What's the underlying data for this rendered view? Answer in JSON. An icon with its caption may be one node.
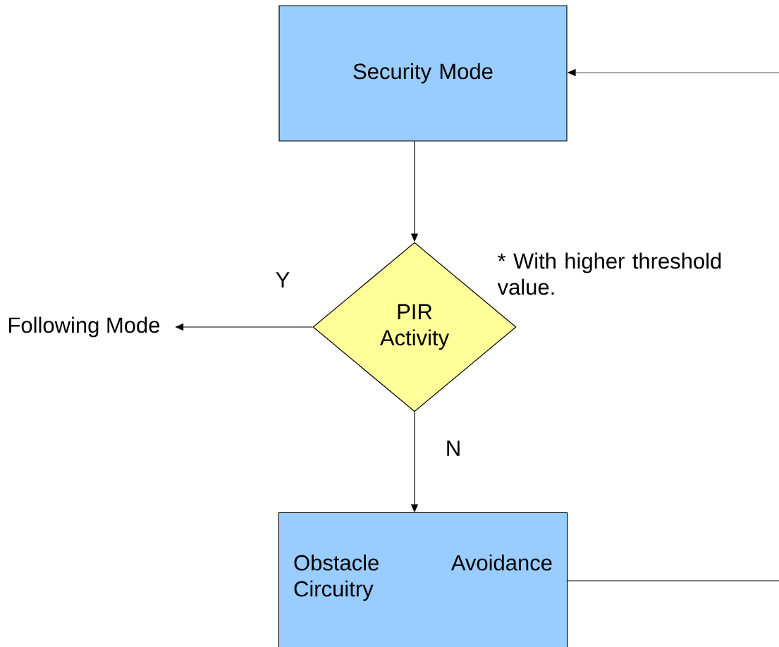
{
  "diagram": {
    "nodes": [
      {
        "text": [
          "Security Mode"
        ]
      },
      {
        "text": [
          "PIR Activity"
        ]
      },
      {
        "text": [
          "Following Mode"
        ]
      },
      {
        "text": [
          "Obstacle Avoidance Circuitry"
        ]
      }
    ],
    "edges": [
      {
        "from": 0,
        "to": 1,
        "arrow": "to"
      },
      {
        "from": 1,
        "to": 2,
        "arrow": "to",
        "label": "Y"
      },
      {
        "from": 1,
        "to": 3,
        "arrow": "to",
        "label": "N"
      },
      {
        "from": 3,
        "to": null,
        "arrow": "none"
      },
      {
        "from": null,
        "to": 0,
        "arrow": "to"
      }
    ],
    "labels": [
      "* With higher threshold value."
    ]
  }
}
